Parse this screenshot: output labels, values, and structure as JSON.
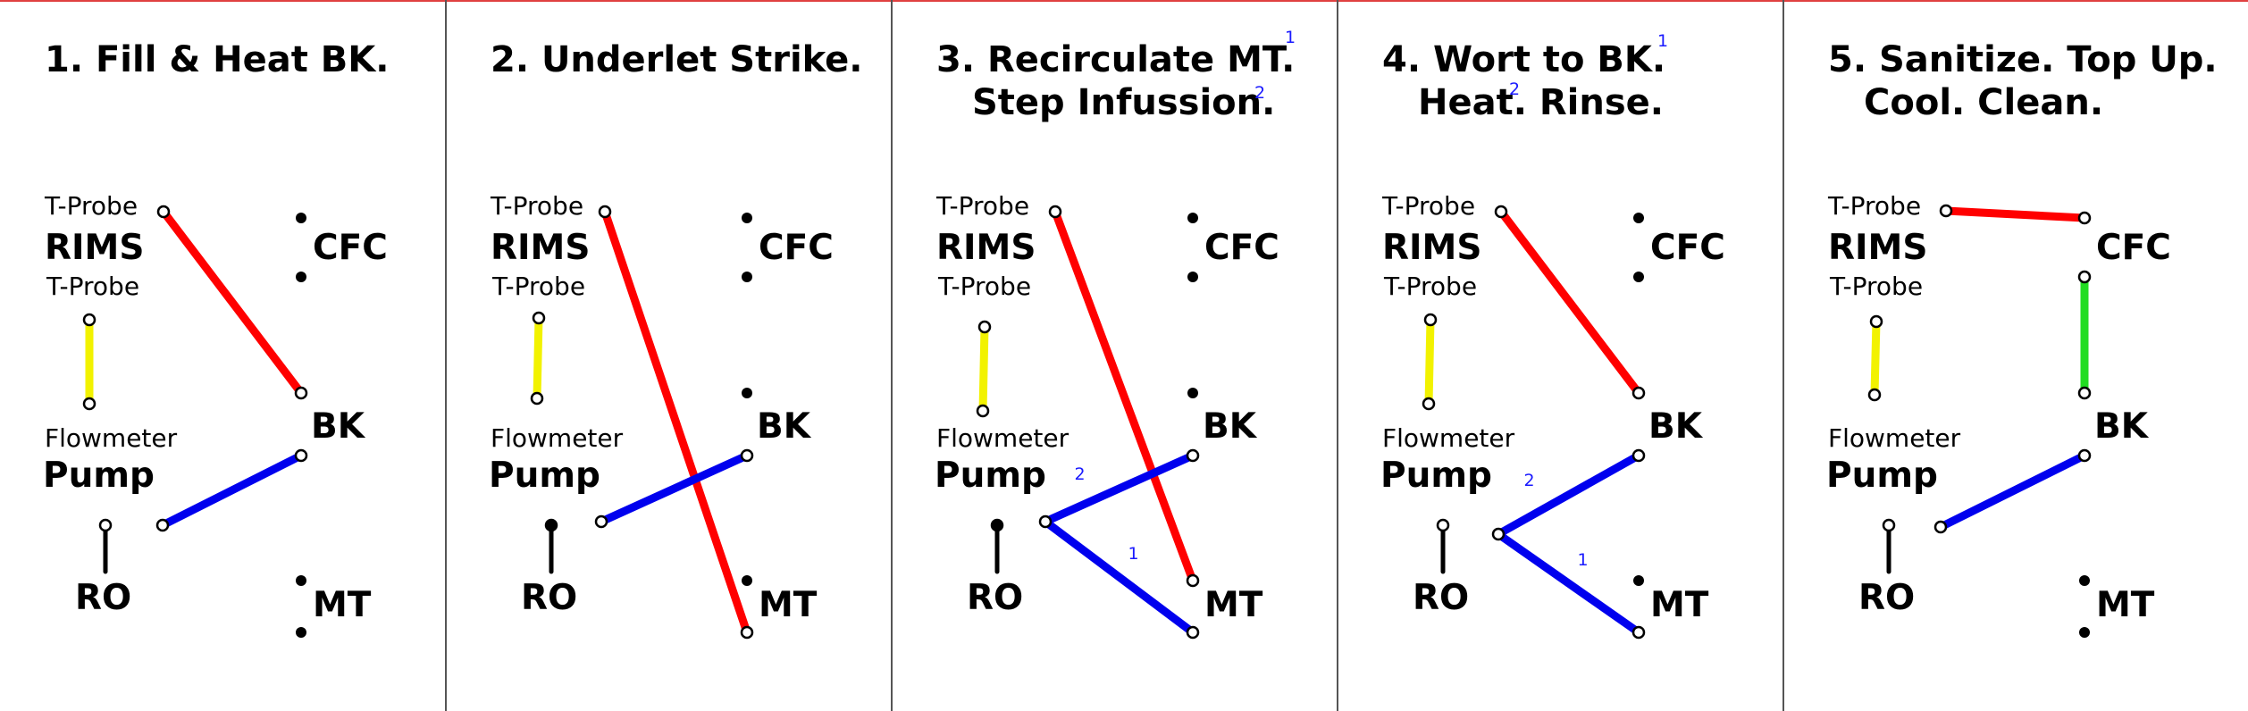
{
  "colors": {
    "frame_border": "#e04040",
    "divider": "#555555",
    "red_hose": "#ff0000",
    "blue_hose": "#0000ee",
    "yellow_hose": "#f2f200",
    "green_hose": "#22dd22",
    "black_hose": "#000000",
    "footnote": "#1a1aff"
  },
  "component_labels": {
    "t_probe_top": "T-Probe",
    "rims": "RIMS",
    "t_probe_bottom": "T-Probe",
    "flowmeter": "Flowmeter",
    "pump": "Pump",
    "ro": "RO",
    "cfc": "CFC",
    "bk": "BK",
    "mt": "MT"
  },
  "panels": [
    {
      "title_line1": "1. Fill & Heat BK.",
      "title_line2": "",
      "footnotes": [],
      "connections": [
        {
          "from": "rims-top",
          "to": "bk-top",
          "color": "red_hose"
        },
        {
          "from": "rims-bottom",
          "to": "flowmeter-top",
          "color": "yellow_hose"
        },
        {
          "from": "pump-out",
          "to": "bk-bottom",
          "color": "blue_hose"
        },
        {
          "from": "ro-top",
          "to": "ro-bottom",
          "color": "black_hose"
        }
      ]
    },
    {
      "title_line1": "2. Underlet Strike.",
      "title_line2": "",
      "footnotes": [],
      "connections": [
        {
          "from": "rims-top",
          "to": "mt-bottom",
          "color": "red_hose"
        },
        {
          "from": "rims-bottom",
          "to": "flowmeter-top",
          "color": "yellow_hose"
        },
        {
          "from": "pump-out",
          "to": "bk-bottom",
          "color": "blue_hose"
        },
        {
          "from": "ro-top",
          "to": "ro-bottom",
          "color": "black_hose"
        }
      ]
    },
    {
      "title_line1": "3. Recirculate MT.",
      "title_line2": "Step Infussion.",
      "footnotes": [
        "1",
        "2"
      ],
      "connections": [
        {
          "from": "rims-top",
          "to": "mt-top",
          "color": "red_hose"
        },
        {
          "from": "rims-bottom",
          "to": "flowmeter-top",
          "color": "yellow_hose"
        },
        {
          "from": "pump-out",
          "to": "bk-bottom",
          "color": "blue_hose",
          "label": "2"
        },
        {
          "from": "pump-out",
          "to": "mt-bottom",
          "color": "blue_hose",
          "label": "1"
        },
        {
          "from": "ro-top",
          "to": "ro-bottom",
          "color": "black_hose"
        }
      ]
    },
    {
      "title_line1": "4. Wort to BK.",
      "title_line2": "Heat. Rinse.",
      "footnotes": [
        "1",
        "2"
      ],
      "connections": [
        {
          "from": "rims-top",
          "to": "bk-top",
          "color": "red_hose"
        },
        {
          "from": "rims-bottom",
          "to": "flowmeter-top",
          "color": "yellow_hose"
        },
        {
          "from": "pump-out",
          "to": "bk-bottom",
          "color": "blue_hose",
          "label": "2"
        },
        {
          "from": "pump-out",
          "to": "mt-bottom",
          "color": "blue_hose",
          "label": "1"
        },
        {
          "from": "ro-top",
          "to": "ro-bottom",
          "color": "black_hose"
        }
      ]
    },
    {
      "title_line1": "5. Sanitize. Top Up.",
      "title_line2": "Cool. Clean.",
      "footnotes": [],
      "connections": [
        {
          "from": "rims-top",
          "to": "cfc-top",
          "color": "red_hose"
        },
        {
          "from": "cfc-bottom",
          "to": "bk-top",
          "color": "green_hose"
        },
        {
          "from": "rims-bottom",
          "to": "flowmeter-top",
          "color": "yellow_hose"
        },
        {
          "from": "pump-out",
          "to": "bk-bottom",
          "color": "blue_hose"
        },
        {
          "from": "ro-top",
          "to": "ro-bottom",
          "color": "black_hose"
        }
      ]
    }
  ]
}
